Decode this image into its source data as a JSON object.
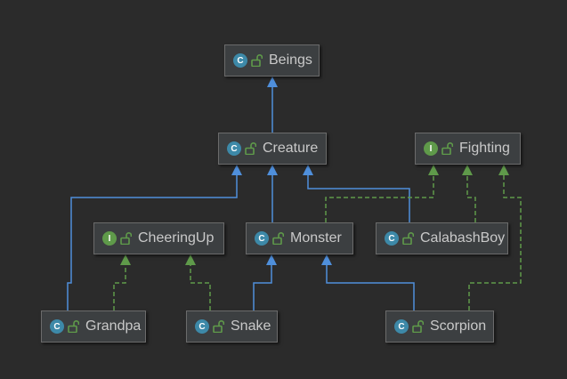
{
  "diagram": {
    "background": "#2b2b2b",
    "colors": {
      "extends_edge": "#4f8fdb",
      "implements_edge": "#5f9a4a",
      "class_badge": "#3d89a8",
      "interface_badge": "#5f9a4a",
      "node_fill": "#3c3f41",
      "node_border": "#6b6b6b",
      "text": "#c9c9c9"
    },
    "nodes": {
      "beings": {
        "label": "Beings",
        "kind": "C",
        "visibility_icon": "unlock-icon"
      },
      "creature": {
        "label": "Creature",
        "kind": "C",
        "visibility_icon": "unlock-icon"
      },
      "fighting": {
        "label": "Fighting",
        "kind": "I",
        "visibility_icon": "unlock-icon"
      },
      "cheeringup": {
        "label": "CheeringUp",
        "kind": "I",
        "visibility_icon": "unlock-icon"
      },
      "monster": {
        "label": "Monster",
        "kind": "C",
        "visibility_icon": "unlock-icon"
      },
      "calabashboy": {
        "label": "CalabashBoy",
        "kind": "C",
        "visibility_icon": "unlock-icon"
      },
      "grandpa": {
        "label": "Grandpa",
        "kind": "C",
        "visibility_icon": "unlock-icon"
      },
      "snake": {
        "label": "Snake",
        "kind": "C",
        "visibility_icon": "unlock-icon"
      },
      "scorpion": {
        "label": "Scorpion",
        "kind": "C",
        "visibility_icon": "unlock-icon"
      }
    },
    "edges": [
      {
        "from": "Creature",
        "to": "Beings",
        "type": "extends"
      },
      {
        "from": "Grandpa",
        "to": "Creature",
        "type": "extends"
      },
      {
        "from": "Monster",
        "to": "Creature",
        "type": "extends"
      },
      {
        "from": "CalabashBoy",
        "to": "Creature",
        "type": "extends"
      },
      {
        "from": "Snake",
        "to": "Monster",
        "type": "extends"
      },
      {
        "from": "Scorpion",
        "to": "Monster",
        "type": "extends"
      },
      {
        "from": "Monster",
        "to": "Fighting",
        "type": "implements"
      },
      {
        "from": "CalabashBoy",
        "to": "Fighting",
        "type": "implements"
      },
      {
        "from": "Scorpion",
        "to": "Fighting",
        "type": "implements"
      },
      {
        "from": "Grandpa",
        "to": "CheeringUp",
        "type": "implements"
      },
      {
        "from": "Snake",
        "to": "CheeringUp",
        "type": "implements"
      }
    ]
  }
}
